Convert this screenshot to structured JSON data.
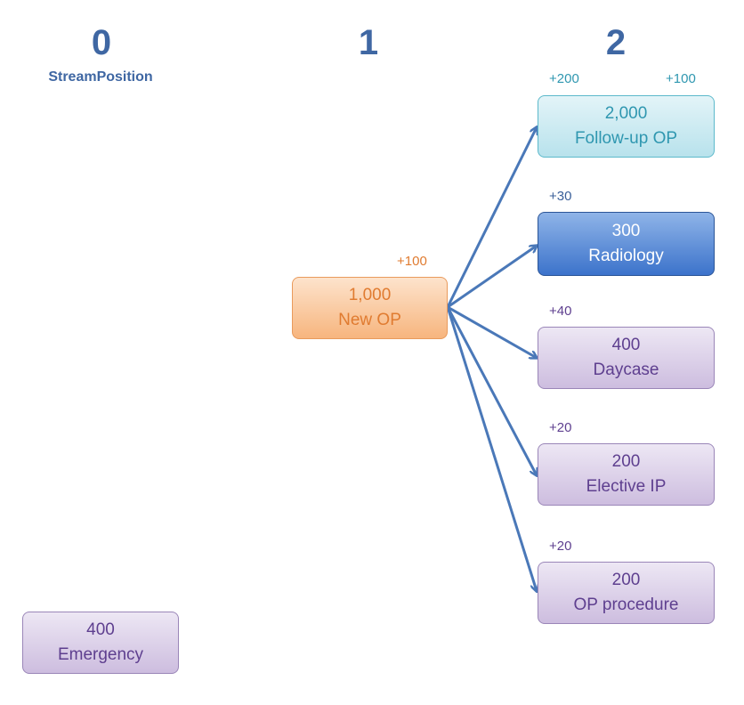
{
  "columns": [
    {
      "number": "0",
      "label": "StreamPosition"
    },
    {
      "number": "1"
    },
    {
      "number": "2"
    }
  ],
  "nodes": {
    "emergency": {
      "value": "400",
      "label": "Emergency"
    },
    "new_op": {
      "value": "1,000",
      "label": "New OP",
      "delta": "+100"
    },
    "follow_up_op": {
      "value": "2,000",
      "label": "Follow-up OP",
      "delta_left": "+200",
      "delta_right": "+100"
    },
    "radiology": {
      "value": "300",
      "label": "Radiology",
      "delta": "+30"
    },
    "daycase": {
      "value": "400",
      "label": "Daycase",
      "delta": "+40"
    },
    "elective_ip": {
      "value": "200",
      "label": "Elective IP",
      "delta": "+20"
    },
    "op_procedure": {
      "value": "200",
      "label": "OP procedure",
      "delta": "+20"
    }
  },
  "edges": [
    {
      "from": "New OP",
      "to": "Follow-up OP"
    },
    {
      "from": "New OP",
      "to": "Radiology"
    },
    {
      "from": "New OP",
      "to": "Daycase"
    },
    {
      "from": "New OP",
      "to": "Elective IP"
    },
    {
      "from": "New OP",
      "to": "OP procedure"
    }
  ],
  "colors": {
    "header": "#3f67a3",
    "arrow": "#4a78b8",
    "purple_node": "#cdbddf",
    "orange_node": "#f7b57e",
    "teal_node": "#b8e2ec",
    "blue_node": "#3c73cb"
  }
}
